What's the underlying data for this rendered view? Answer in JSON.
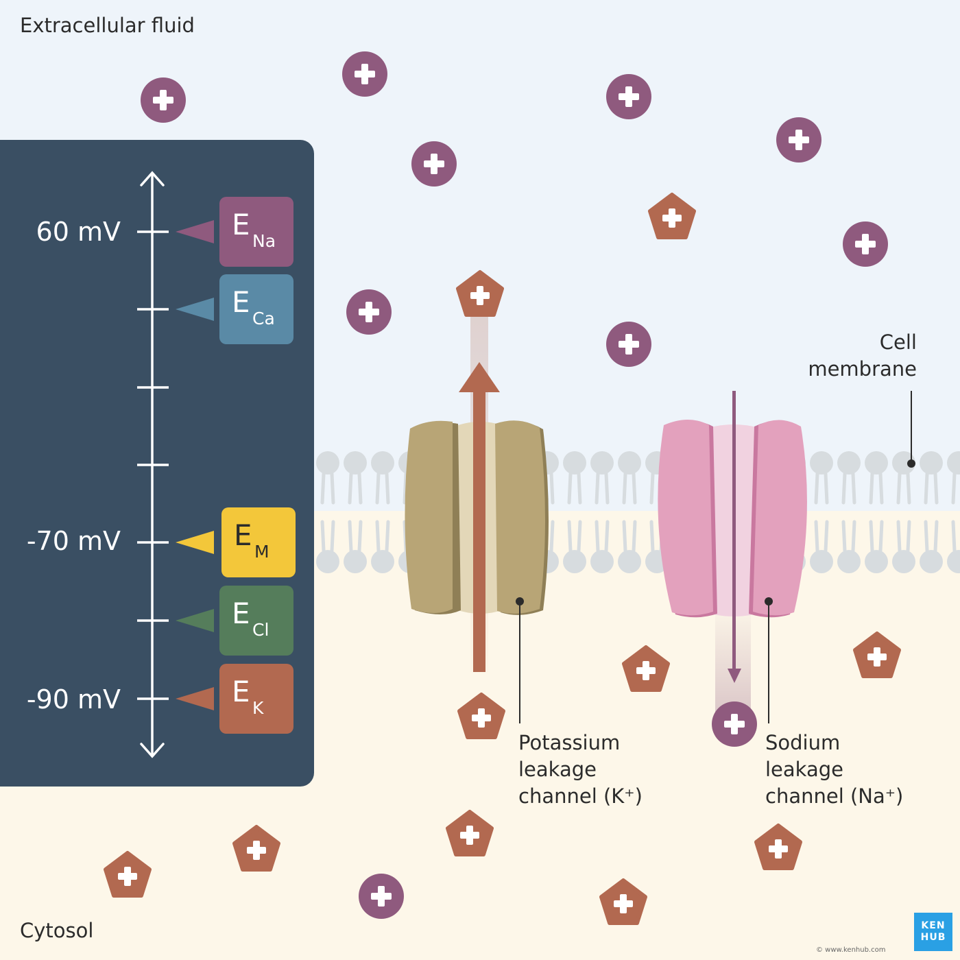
{
  "regions": {
    "extracellular": "Extracellular fluid",
    "cytosol": "Cytosol"
  },
  "annotations": {
    "cell_membrane": [
      "Cell",
      "membrane"
    ],
    "potassium_channel": [
      "Potassium",
      "leakage",
      "channel (K⁺)"
    ],
    "sodium_channel": [
      "Sodium",
      "leakage",
      "channel (Na⁺)"
    ]
  },
  "voltage_scale": {
    "ticks": [
      {
        "label": "60 mV"
      },
      {
        "label": ""
      },
      {
        "label": ""
      },
      {
        "label": ""
      },
      {
        "label": "-70 mV"
      },
      {
        "label": ""
      },
      {
        "label": "-90 mV"
      }
    ],
    "potentials": [
      {
        "main": "E",
        "sub": "Na",
        "color": "#8f5a7e"
      },
      {
        "main": "E",
        "sub": "Ca",
        "color": "#5a8aa6"
      },
      {
        "main": "E",
        "sub": "M",
        "color": "#f3c73a"
      },
      {
        "main": "E",
        "sub": "Cl",
        "color": "#557d5b"
      },
      {
        "main": "E",
        "sub": "K",
        "color": "#b26950"
      }
    ]
  },
  "colors": {
    "extracellular_bg": "#eef4fa",
    "cytosol_bg": "#fdf7e9",
    "panel_bg": "#3a4f63",
    "sodium_ion": "#8f5a7e",
    "potassium_ion": "#b26950",
    "potassium_channel": "#b8a576",
    "sodium_channel": "#e3a1bd",
    "membrane": "#d7dcdf"
  },
  "icons": {
    "sodium_ion": "plus-circle-icon",
    "potassium_ion": "plus-pentagon-icon"
  },
  "logo": {
    "line1": "KEN",
    "line2": "HUB"
  },
  "credit": "© www.kenhub.com"
}
